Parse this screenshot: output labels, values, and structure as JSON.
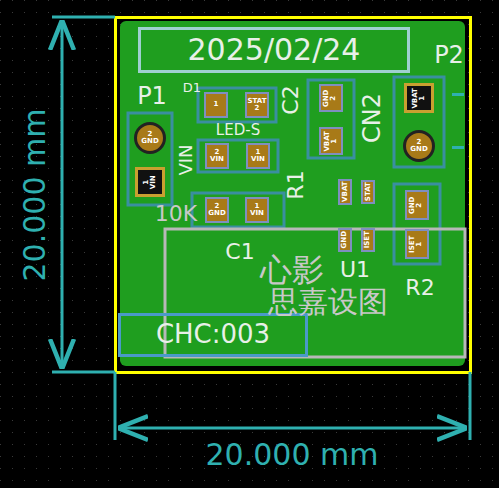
{
  "diagram": {
    "nodes": [
      {
        "text": [
          "2025/02/24"
        ]
      },
      {
        "text": [
          "1"
        ]
      },
      {
        "text": [
          "STAT",
          "2"
        ]
      },
      {
        "text": [
          "GND",
          "2"
        ]
      },
      {
        "text": [
          "VBAT",
          "1"
        ]
      },
      {
        "text": [
          "VBAT",
          "1"
        ]
      },
      {
        "text": [
          "2",
          "GND"
        ]
      },
      {
        "text": [
          "2",
          "GND"
        ]
      },
      {
        "text": [
          "1",
          "VIN"
        ]
      },
      {
        "text": [
          "2",
          "VIN"
        ]
      },
      {
        "text": [
          "1",
          "VIN"
        ]
      },
      {
        "text": [
          "2",
          "GND"
        ]
      },
      {
        "text": [
          "1",
          "VIN"
        ]
      },
      {
        "text": [
          "GND",
          "2"
        ]
      },
      {
        "text": [
          "ISET",
          "1"
        ]
      },
      {
        "text": [
          "VBAT"
        ]
      },
      {
        "text": [
          "STAT"
        ]
      },
      {
        "text": [
          "GND"
        ]
      },
      {
        "text": [
          "ISET"
        ]
      },
      {
        "text": [
          "CHC:003"
        ]
      }
    ],
    "labels": [
      "20.000 mm",
      "20.000 mm",
      "P2",
      "P1",
      "D1",
      "LED-S",
      "C2",
      "CN2",
      "VIN",
      "R1",
      "10K",
      "C1",
      "U1",
      "R2",
      "心影",
      "思嘉设图"
    ]
  }
}
